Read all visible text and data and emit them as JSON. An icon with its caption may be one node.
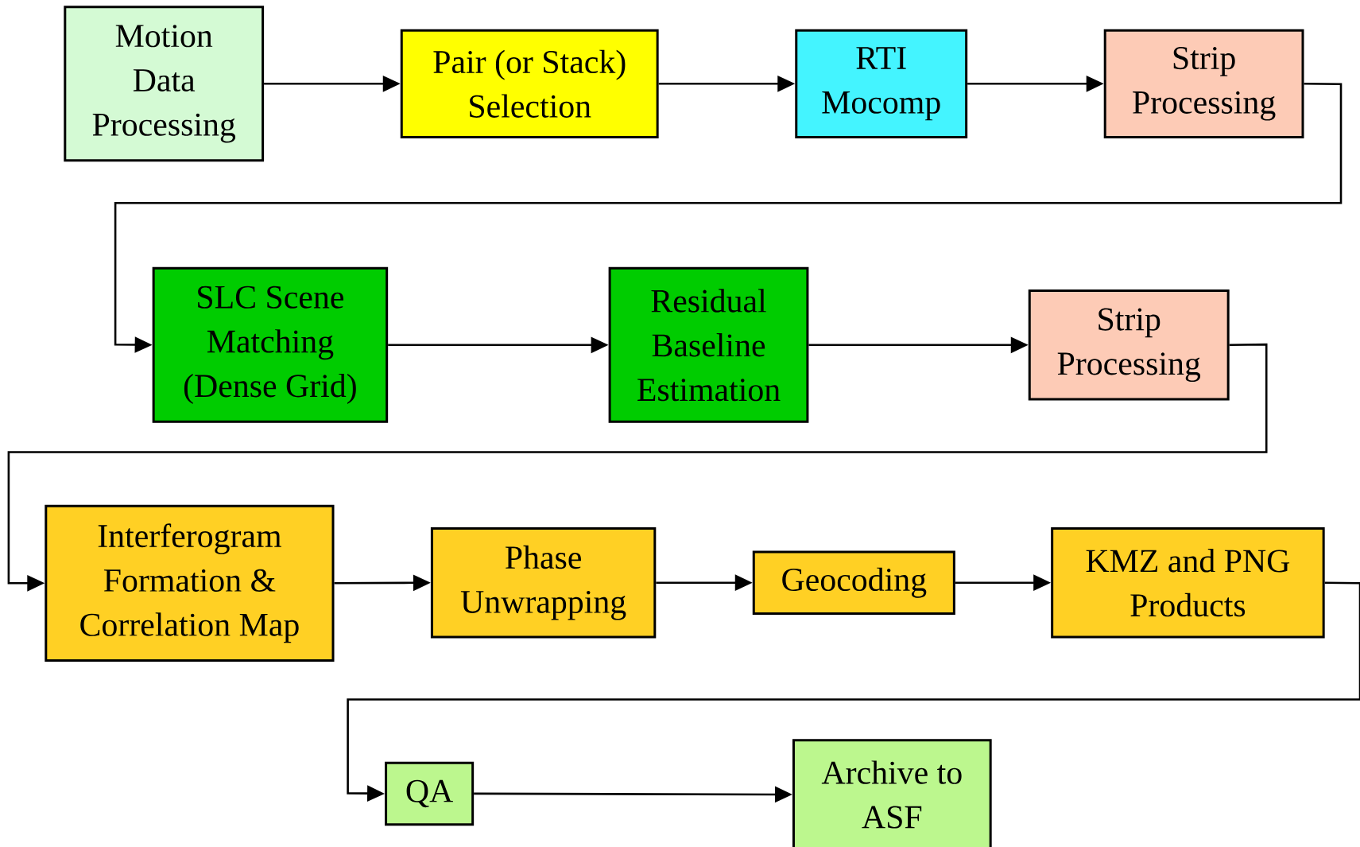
{
  "diagram": {
    "nodes": [
      {
        "text": [
          "Motion Data Processing"
        ]
      },
      {
        "text": [
          "Pair (or Stack) Selection"
        ]
      },
      {
        "text": [
          "RTI Mocomp"
        ]
      },
      {
        "text": [
          "Strip Processing"
        ]
      },
      {
        "text": [
          "SLC Scene Matching (Dense Grid)"
        ]
      },
      {
        "text": [
          "Residual Baseline Estimation"
        ]
      },
      {
        "text": [
          "Strip Processing"
        ]
      },
      {
        "text": [
          "Interferogram Formation & Correlation Map"
        ]
      },
      {
        "text": [
          "Phase Unwrapping"
        ]
      },
      {
        "text": [
          "Geocoding"
        ]
      },
      {
        "text": [
          "KMZ and PNG Products"
        ]
      },
      {
        "text": [
          "QA"
        ]
      },
      {
        "text": [
          "Archive to ASF"
        ]
      }
    ],
    "edges": [
      {
        "from": 0,
        "to": 1,
        "arrow": "to"
      },
      {
        "from": 1,
        "to": 2,
        "arrow": "to"
      },
      {
        "from": 2,
        "to": 3,
        "arrow": "to"
      },
      {
        "from": 3,
        "to": 4,
        "arrow": "to"
      },
      {
        "from": 4,
        "to": 5,
        "arrow": "to"
      },
      {
        "from": 5,
        "to": 6,
        "arrow": "to"
      },
      {
        "from": 6,
        "to": 7,
        "arrow": "to"
      },
      {
        "from": 7,
        "to": 8,
        "arrow": "to"
      },
      {
        "from": 8,
        "to": 9,
        "arrow": "to"
      },
      {
        "from": 9,
        "to": 10,
        "arrow": "to"
      },
      {
        "from": 10,
        "to": 11,
        "arrow": "to"
      },
      {
        "from": 11,
        "to": 12,
        "arrow": "to"
      }
    ]
  }
}
